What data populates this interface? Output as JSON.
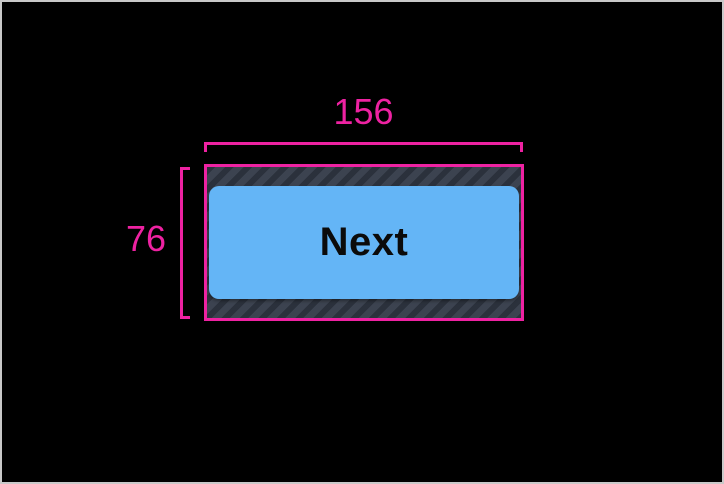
{
  "annotations": {
    "width_label": "156",
    "height_label": "76"
  },
  "button": {
    "label": "Next"
  },
  "colors": {
    "annotation_pink": "#EE22A2",
    "button_blue": "#64B5F6",
    "hatch_bg": "#3C4350",
    "hatch_stripe": "#2B313C",
    "screen_bg": "#000000",
    "frame_border": "#C9C9C9",
    "button_text": "#0B0B0B"
  }
}
